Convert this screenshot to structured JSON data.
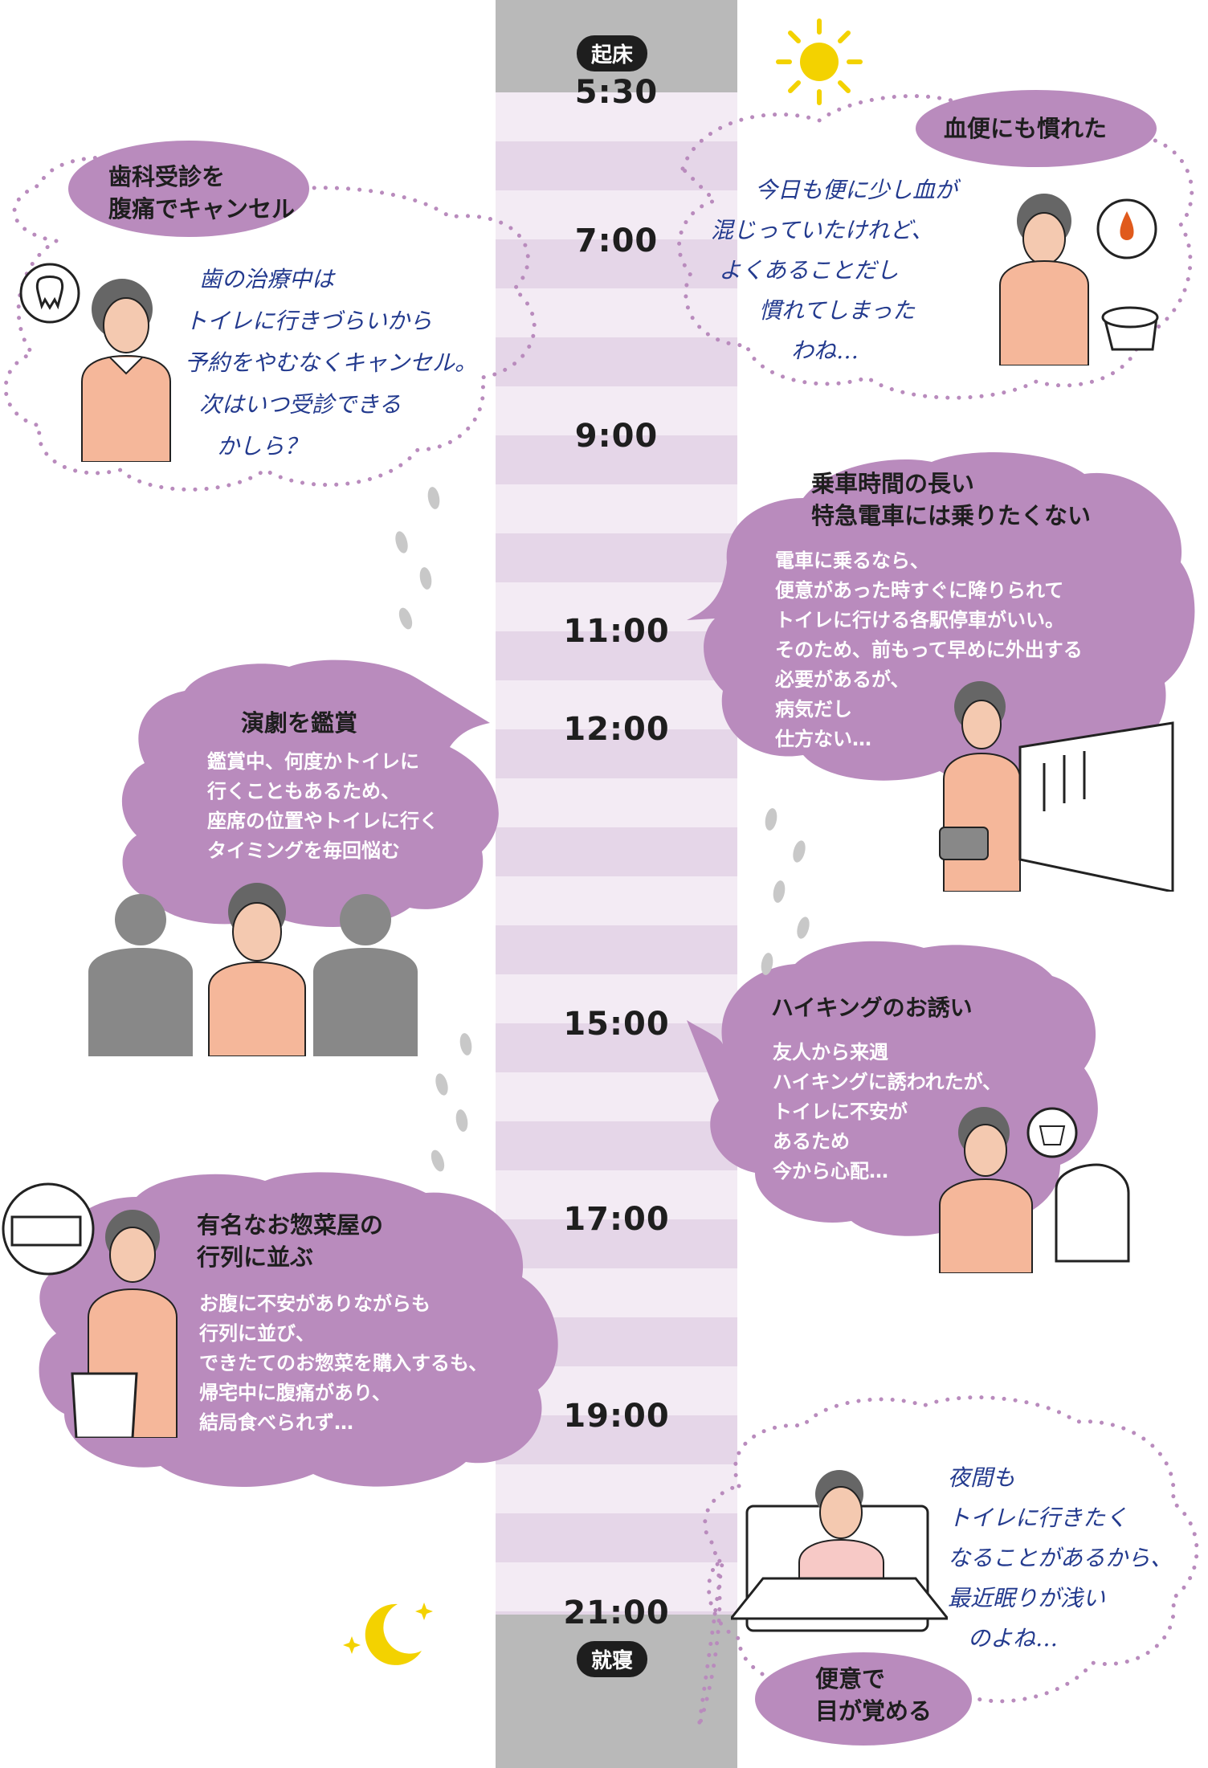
{
  "timeline": {
    "wake_label": "起床",
    "sleep_label": "就寝",
    "times": [
      "5:30",
      "7:00",
      "9:00",
      "11:00",
      "12:00",
      "15:00",
      "17:00",
      "19:00",
      "21:00"
    ]
  },
  "events": [
    {
      "title": [
        "歯科受診を",
        "腹痛でキャンセル"
      ],
      "body": [
        "歯の治療中は",
        "トイレに行きづらいから",
        "予約をやむなくキャンセル。",
        "次はいつ受診できる",
        "かしら？"
      ]
    },
    {
      "title": [
        "血便にも慣れた"
      ],
      "body": [
        "今日も便に少し血が",
        "混じっていたけれど、",
        "よくあることだし",
        "慣れてしまった",
        "わね…"
      ]
    },
    {
      "title": [
        "乗車時間の長い",
        "特急電車には乗りたくない"
      ],
      "body": [
        "電車に乗るなら、",
        "便意があった時すぐに降りられて",
        "トイレに行ける各駅停車がいい。",
        "そのため、前もって早めに外出する",
        "必要があるが、",
        "病気だし",
        "仕方ない…"
      ]
    },
    {
      "title": [
        "演劇を鑑賞"
      ],
      "body": [
        "鑑賞中、何度かトイレに",
        "行くこともあるため、",
        "座席の位置やトイレに行く",
        "タイミングを毎回悩む"
      ]
    },
    {
      "title": [
        "ハイキングのお誘い"
      ],
      "body": [
        "友人から来週",
        "ハイキングに誘われたが、",
        "トイレに不安が",
        "あるため",
        "今から心配…"
      ]
    },
    {
      "title": [
        "有名なお惣菜屋の",
        "行列に並ぶ"
      ],
      "body": [
        "お腹に不安がありながらも",
        "行列に並び、",
        "できたてのお惣菜を購入するも、",
        "帰宅中に腹痛があり、",
        "結局食べられず…"
      ]
    },
    {
      "title": [
        "便意で",
        "目が覚める"
      ],
      "body": [
        "夜間も",
        "トイレに行きたく",
        "なることがあるから、",
        "最近眠りが浅い",
        "のよね…"
      ]
    }
  ],
  "icons": [
    "sun-icon",
    "moon-icon",
    "tooth-icon",
    "blood-drop-icon",
    "toilet-icon",
    "food-box-icon",
    "footprints-icon"
  ],
  "colors": {
    "bubble": "#b98bbd",
    "bubble_dots": "#b98bbd",
    "stripe_dark": "#e5d6e8",
    "stripe_light": "#f3ebf4",
    "gray": "#b9b9b9",
    "hand_text": "#233a8e",
    "sun": "#f3d200"
  }
}
